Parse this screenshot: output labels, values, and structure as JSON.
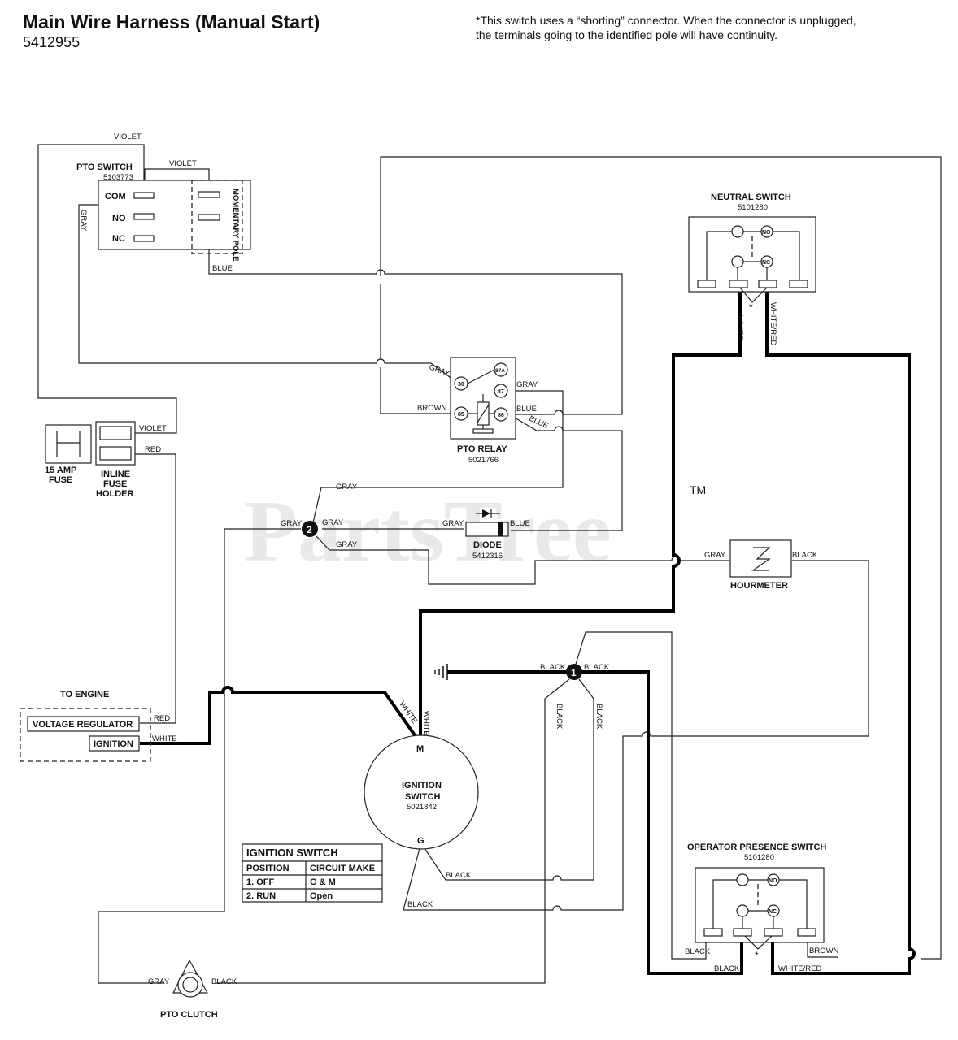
{
  "header": {
    "title": "Main Wire Harness (Manual Start)",
    "part_number": "5412955",
    "note": "*This switch uses a “shorting” connector. When the connector is unplugged,\nthe terminals going to the identified pole will have continuity."
  },
  "watermark": {
    "text": "PartsTree",
    "tm": "TM"
  },
  "components": {
    "pto_switch": {
      "name": "PTO SWITCH",
      "pn": "5103773",
      "com": "COM",
      "no": "NO",
      "nc": "NC",
      "pole": "MOMENTARY POLE"
    },
    "neutral_switch": {
      "name": "NEUTRAL SWITCH",
      "pn": "5101280",
      "no": "NO",
      "nc": "NC",
      "star": "*"
    },
    "pto_relay": {
      "name": "PTO RELAY",
      "pn": "5021766",
      "t30": "30",
      "t87a": "87A",
      "t87": "87",
      "t85": "85",
      "t86": "86"
    },
    "fuse": {
      "name1": "15 AMP",
      "name2": "FUSE"
    },
    "fuse_holder": {
      "name1": "INLINE",
      "name2": "FUSE",
      "name3": "HOLDER"
    },
    "diode": {
      "name": "DIODE",
      "pn": "5412316"
    },
    "hourmeter": {
      "name": "HOURMETER"
    },
    "engine": {
      "title": "TO ENGINE",
      "regulator": "VOLTAGE REGULATOR",
      "ignition": "IGNITION"
    },
    "ignition_switch": {
      "name1": "IGNITION",
      "name2": "SWITCH",
      "pn": "5021842",
      "m": "M",
      "g": "G"
    },
    "ops": {
      "name": "OPERATOR PRESENCE SWITCH",
      "pn": "5101280",
      "no": "NO",
      "nc": "NC",
      "star": "*"
    },
    "pto_clutch": {
      "name": "PTO CLUTCH"
    },
    "splice1": "1",
    "splice2": "2"
  },
  "wires": {
    "violet": "VIOLET",
    "gray": "GRAY",
    "blue": "BLUE",
    "brown": "BROWN",
    "red": "RED",
    "white": "WHITE",
    "white_red": "WHITE/RED",
    "black": "BLACK"
  },
  "table": {
    "title": "IGNITION SWITCH",
    "headers": [
      "POSITION",
      "CIRCUIT MAKE"
    ],
    "rows": [
      [
        "1. OFF",
        "G & M"
      ],
      [
        "2. RUN",
        "Open"
      ]
    ]
  }
}
